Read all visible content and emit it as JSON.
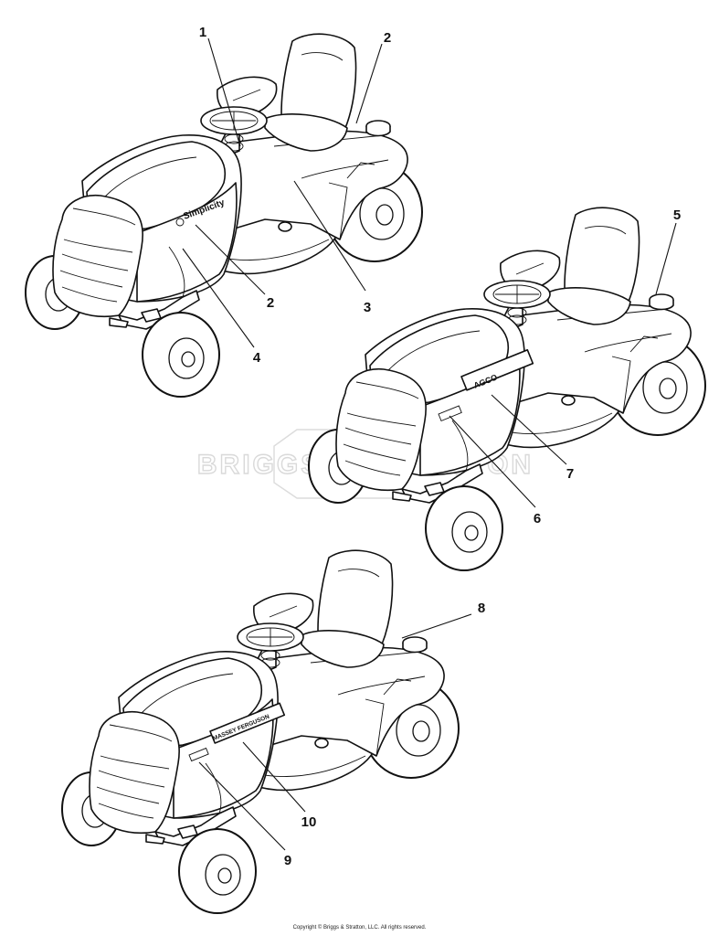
{
  "callouts": [
    {
      "id": "c1",
      "label": "1"
    },
    {
      "id": "c2a",
      "label": "2"
    },
    {
      "id": "c2b",
      "label": "2"
    },
    {
      "id": "c3",
      "label": "3"
    },
    {
      "id": "c4",
      "label": "4"
    },
    {
      "id": "c5",
      "label": "5"
    },
    {
      "id": "c6",
      "label": "6"
    },
    {
      "id": "c7",
      "label": "7"
    },
    {
      "id": "c8",
      "label": "8"
    },
    {
      "id": "c9",
      "label": "9"
    },
    {
      "id": "c10",
      "label": "10"
    }
  ],
  "decals": {
    "tractor1_brand": "Simplicity",
    "tractor2_brand": "AGCO",
    "tractor3_brand": "MASSEY FERGUSON"
  },
  "watermark": "BRIGGS & STRATTON",
  "copyright": "Copyright © Briggs & Stratton, LLC. All rights reserved."
}
